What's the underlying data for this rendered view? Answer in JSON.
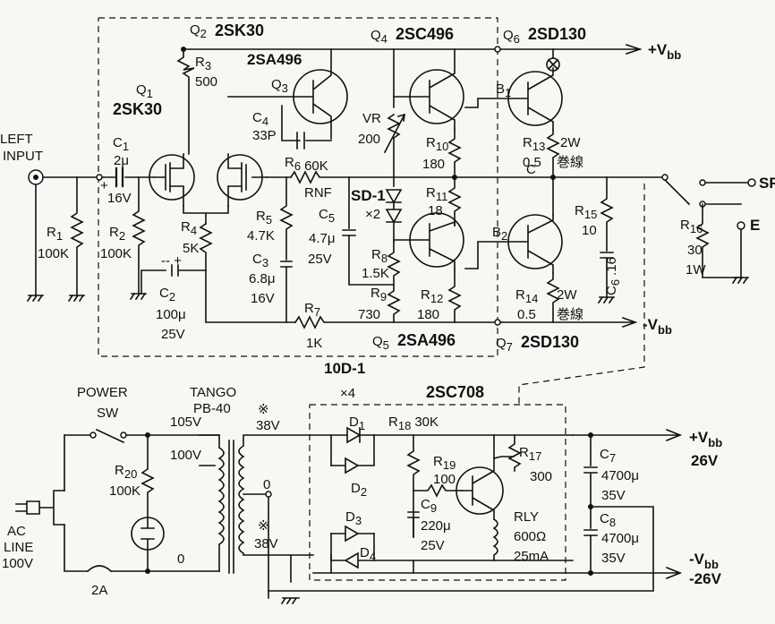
{
  "input": {
    "l1": "LEFT",
    "l2": "INPUT"
  },
  "c1": {
    "n": "C",
    "s": "1",
    "v": "2μ",
    "plus": "+",
    "r": "16V"
  },
  "r1": {
    "n": "R",
    "s": "1",
    "v": "100K"
  },
  "r2": {
    "n": "R",
    "s": "2",
    "v": "100K"
  },
  "q1": {
    "n": "Q",
    "s": "1",
    "part": "2SK30"
  },
  "q2": {
    "n": "Q",
    "s": "2",
    "part": "2SK30"
  },
  "r3": {
    "n": "R",
    "s": "3",
    "v": "500"
  },
  "q3": {
    "part": "2SA496",
    "n": "Q",
    "s": "3"
  },
  "c4": {
    "n": "C",
    "s": "4",
    "v": "33P"
  },
  "r4": {
    "n": "R",
    "s": "4",
    "v": "5K"
  },
  "c2": {
    "n": "C",
    "s": "2",
    "v": "100μ",
    "r": "25V"
  },
  "q4": {
    "n": "Q",
    "s": "4",
    "part": "2SC496"
  },
  "vr": {
    "n": "VR",
    "v": "200"
  },
  "r6": {
    "n": "R",
    "s": "6",
    "v": "60K",
    "note": "RNF"
  },
  "r5": {
    "n": "R",
    "s": "5",
    "v": "4.7K"
  },
  "c3": {
    "n": "C",
    "s": "3",
    "v": "6.8μ",
    "r": "16V"
  },
  "c5": {
    "n": "C",
    "s": "5",
    "v": "4.7μ",
    "r": "25V"
  },
  "sd": {
    "n": "SD-1",
    "x": "×2"
  },
  "r7": {
    "n": "R",
    "s": "7",
    "v": "1K"
  },
  "r8": {
    "n": "R",
    "s": "8",
    "v": "1.5K"
  },
  "r9": {
    "n": "R",
    "s": "9",
    "v": "730"
  },
  "r10": {
    "n": "R",
    "s": "10",
    "v": "180"
  },
  "r11": {
    "n": "R",
    "s": "11",
    "v": "18"
  },
  "r12": {
    "n": "R",
    "s": "12",
    "v": "180"
  },
  "q5": {
    "n": "Q",
    "s": "5",
    "part": "2SA496"
  },
  "q6": {
    "n": "Q",
    "s": "6",
    "part": "2SD130"
  },
  "q7": {
    "n": "Q",
    "s": "7",
    "part": "2SD130"
  },
  "b1": {
    "n": "B",
    "s": "1"
  },
  "b2": {
    "n": "B",
    "s": "2"
  },
  "r13": {
    "n": "R",
    "s": "13",
    "v": "0.5",
    "w": "2W",
    "note": "巻線"
  },
  "r14": {
    "n": "R",
    "s": "14",
    "v": "0.5",
    "w": "2W",
    "note": "巻線"
  },
  "c_node": "C",
  "r15": {
    "n": "R",
    "s": "15",
    "v": "10"
  },
  "c6": {
    "n": "C",
    "s": "6",
    "v": ".16"
  },
  "r16": {
    "n": "R",
    "s": "16",
    "v": "30",
    "w": "1W"
  },
  "sp": {
    "sf": "SF",
    "e": "E"
  },
  "vbb_pos": {
    "sign": "+V",
    "sub": "bb"
  },
  "vbb_neg": {
    "sign": "-V",
    "sub": "bb"
  },
  "power": {
    "title": "POWER",
    "sw": "SW"
  },
  "tango": {
    "l1": "TANGO",
    "l2": "PB-40"
  },
  "taps": {
    "t105": "105V",
    "t100": "100V",
    "t0": "0",
    "sec0": "0",
    "s38a": "38V",
    "s38b": "38V",
    "mark": "※"
  },
  "r20": {
    "n": "R",
    "s": "20",
    "v": "100K"
  },
  "ac": {
    "l1": "AC",
    "l2": "LINE",
    "l3": "100V"
  },
  "fuse": "2A",
  "diode": {
    "part": "10D-1",
    "x": "×4",
    "d1": "1",
    "d2": "2",
    "d3": "3",
    "d4": "4",
    "n": "D"
  },
  "q8": {
    "part": "2SC708"
  },
  "r18": {
    "n": "R",
    "s": "18",
    "v": "30K"
  },
  "r19": {
    "n": "R",
    "s": "19",
    "v": "100"
  },
  "r17": {
    "n": "R",
    "s": "17",
    "v": "300"
  },
  "c9": {
    "n": "C",
    "s": "9",
    "v": "220μ",
    "r": "25V"
  },
  "rly": {
    "n": "RLY",
    "ohm": "600Ω",
    "ma": "25mA"
  },
  "c7": {
    "n": "C",
    "s": "7",
    "v": "4700μ",
    "r": "35V"
  },
  "c8": {
    "n": "C",
    "s": "8",
    "v": "4700μ",
    "r": "35V"
  },
  "out_pos": {
    "sign": "+V",
    "sub": "bb",
    "v": "26V"
  },
  "out_neg": {
    "sign": "-V",
    "sub": "bb",
    "v": "-26V"
  }
}
